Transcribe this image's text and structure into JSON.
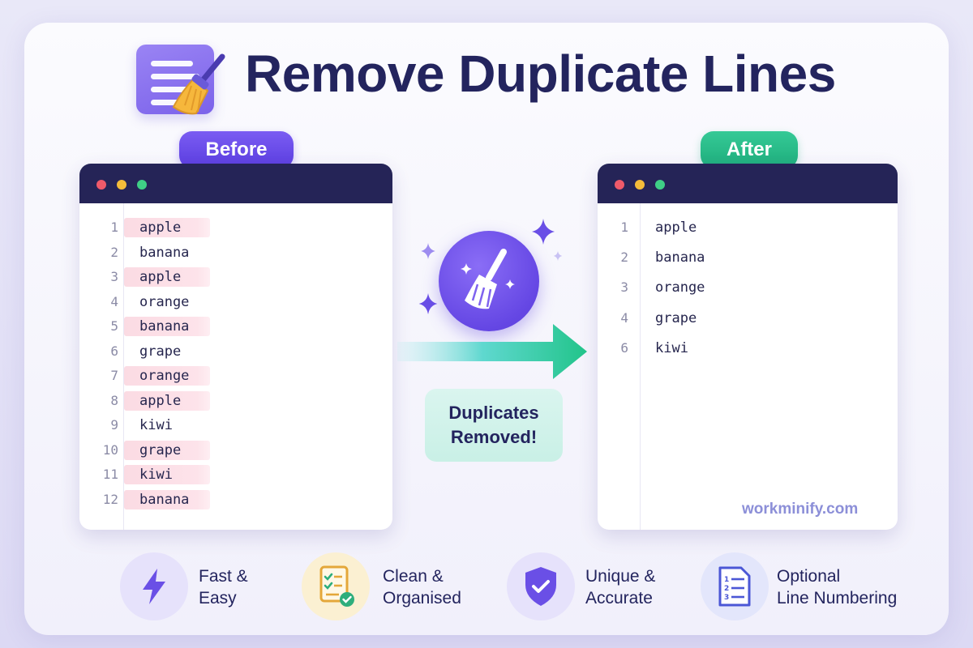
{
  "title": "Remove Duplicate Lines",
  "before": {
    "label": "Before",
    "lines": [
      {
        "num": "1",
        "text": "apple",
        "duplicate": true
      },
      {
        "num": "2",
        "text": "banana",
        "duplicate": false
      },
      {
        "num": "3",
        "text": "apple",
        "duplicate": true
      },
      {
        "num": "4",
        "text": "orange",
        "duplicate": false
      },
      {
        "num": "5",
        "text": "banana",
        "duplicate": true
      },
      {
        "num": "6",
        "text": "grape",
        "duplicate": false
      },
      {
        "num": "7",
        "text": "orange",
        "duplicate": true
      },
      {
        "num": "8",
        "text": "apple",
        "duplicate": true
      },
      {
        "num": "9",
        "text": "kiwi",
        "duplicate": false
      },
      {
        "num": "10",
        "text": "grape",
        "duplicate": true
      },
      {
        "num": "11",
        "text": "kiwi",
        "duplicate": true
      },
      {
        "num": "12",
        "text": "banana",
        "duplicate": true
      }
    ]
  },
  "after": {
    "label": "After",
    "lines": [
      {
        "num": "1",
        "text": "apple"
      },
      {
        "num": "2",
        "text": "banana"
      },
      {
        "num": "3",
        "text": "orange"
      },
      {
        "num": "4",
        "text": "grape"
      },
      {
        "num": "6",
        "text": "kiwi"
      }
    ]
  },
  "status": {
    "line1": "Duplicates",
    "line2": "Removed!"
  },
  "watermark": "workminify.com",
  "features": [
    {
      "icon": "lightning-icon",
      "line1": "Fast &",
      "line2": "Easy"
    },
    {
      "icon": "checklist-icon",
      "line1": "Clean &",
      "line2": "Organised"
    },
    {
      "icon": "shield-check-icon",
      "line1": "Unique &",
      "line2": "Accurate"
    },
    {
      "icon": "numbered-document-icon",
      "line1": "Optional",
      "line2": "Line Numbering"
    }
  ],
  "colors": {
    "accent_purple": "#6547e4",
    "accent_green": "#1eae7c",
    "editor_titlebar": "#252457",
    "duplicate_highlight": "#fbdbe3",
    "title_text": "#23245e"
  }
}
